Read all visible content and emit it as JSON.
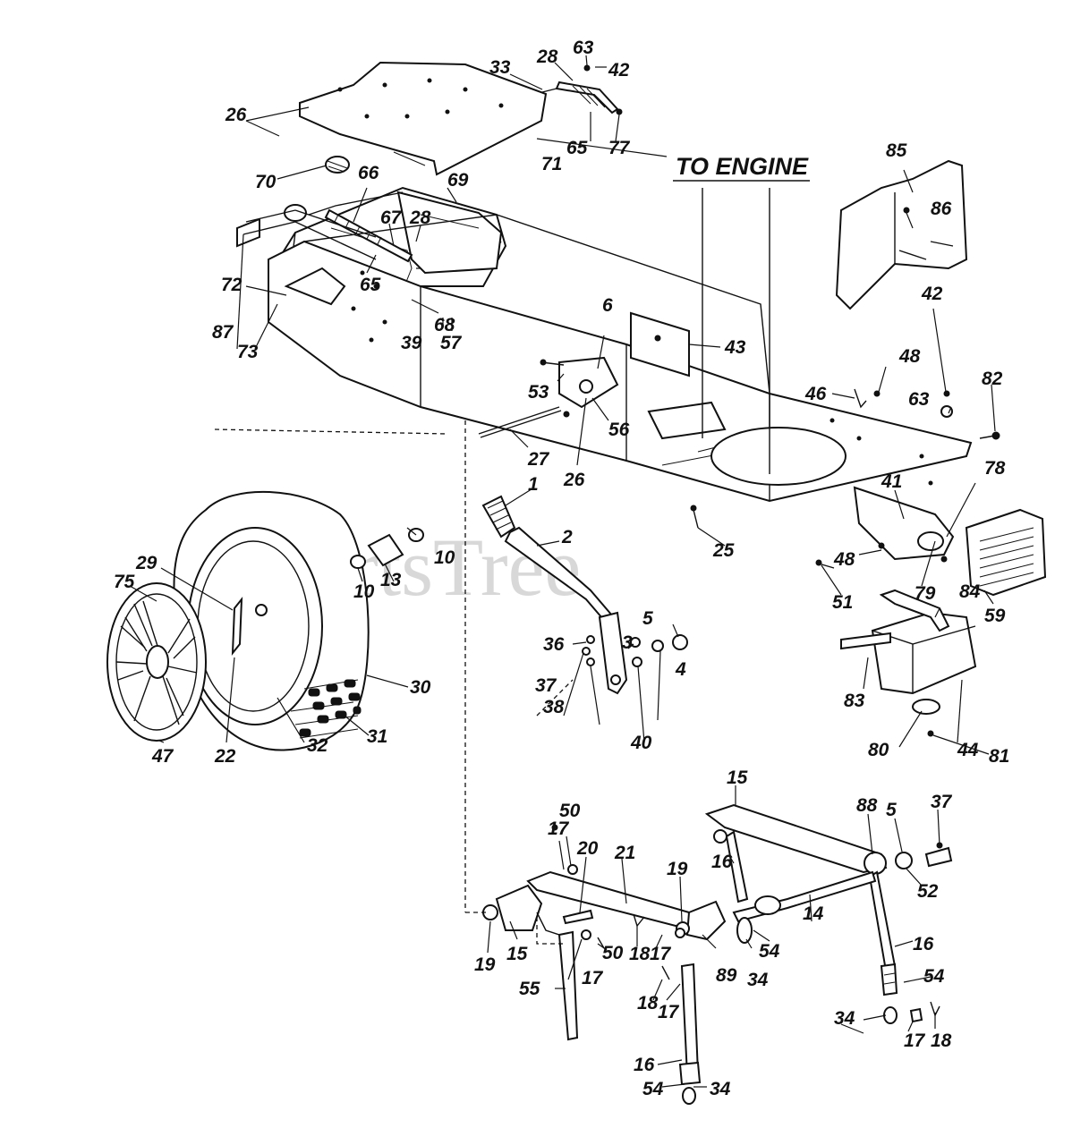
{
  "heading": "TO ENGINE",
  "watermark": "PartsTree",
  "callouts": {
    "c26a": "26",
    "c33": "33",
    "c28a": "28",
    "c63a": "63",
    "c42a": "42",
    "c65a": "65",
    "c77": "77",
    "c71": "71",
    "c70": "70",
    "c66": "66",
    "c69": "69",
    "c67": "67",
    "c28b": "28",
    "c65b": "65",
    "c72": "72",
    "c68": "68",
    "c87": "87",
    "c73": "73",
    "c39": "39",
    "c57": "57",
    "c6": "6",
    "c43": "43",
    "c53": "53",
    "c56": "56",
    "c26b": "26",
    "c27": "27",
    "c85": "85",
    "c86": "86",
    "c42b": "42",
    "c48a": "48",
    "c82": "82",
    "c46": "46",
    "c63b": "63",
    "c78": "78",
    "c41": "41",
    "c48b": "48",
    "c51": "51",
    "c79": "79",
    "c84": "84",
    "c59": "59",
    "c83": "83",
    "c44": "44",
    "c80": "80",
    "c81": "81",
    "c25": "25",
    "c1": "1",
    "c2": "2",
    "c5a": "5",
    "c3": "3",
    "c36": "36",
    "c4": "4",
    "c37a": "37",
    "c38": "38",
    "c40": "40",
    "c10a": "10",
    "c10b": "10",
    "c13": "13",
    "c29": "29",
    "c75": "75",
    "c30": "30",
    "c31": "31",
    "c32": "32",
    "c47": "47",
    "c22": "22",
    "c15a": "15",
    "c88": "88",
    "c5b": "5",
    "c37b": "37",
    "c16a": "16",
    "c52": "52",
    "c50a": "50",
    "c17a": "17",
    "c20": "20",
    "c21": "21",
    "c19a": "19",
    "c14": "14",
    "c16b": "16",
    "c19b": "19",
    "c15b": "15",
    "c18a": "18",
    "c17b": "17",
    "c54a": "54",
    "c34a": "34",
    "c89": "89",
    "c55": "55",
    "c17c": "17",
    "c50b": "50",
    "c18b": "18",
    "c17d": "17",
    "c54b": "54",
    "c34b": "34",
    "c17e": "17",
    "c18c": "18",
    "c16c": "16",
    "c54c": "54",
    "c34c": "34"
  }
}
